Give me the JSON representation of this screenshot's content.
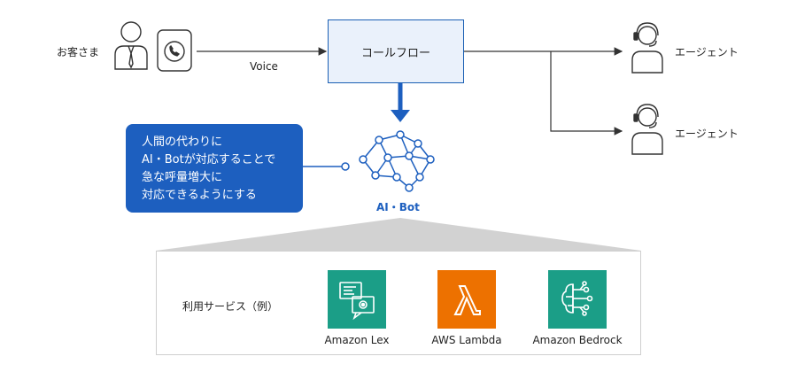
{
  "customer": {
    "label": "お客さま"
  },
  "voice": {
    "label": "Voice"
  },
  "flow": {
    "label": "コールフロー"
  },
  "agents": [
    {
      "label": "エージェント"
    },
    {
      "label": "エージェント"
    }
  ],
  "callout": {
    "lines": [
      "人間の代わりに",
      "AI・Botが対応することで",
      "急な呼量増大に",
      "対応できるようにする"
    ]
  },
  "aibot": {
    "label": "AI・Bot"
  },
  "services": {
    "title": "利用サービス（例）",
    "items": [
      {
        "name": "Amazon Lex",
        "color": "#1b9e87",
        "icon": "lex-icon"
      },
      {
        "name": "AWS Lambda",
        "color": "#ed7100",
        "icon": "lambda-icon"
      },
      {
        "name": "Amazon Bedrock",
        "color": "#1b9e87",
        "icon": "bedrock-icon"
      }
    ]
  },
  "colors": {
    "accent": "#1d5fbf",
    "flow_fill": "#eaf1fb",
    "line": "#444444"
  }
}
